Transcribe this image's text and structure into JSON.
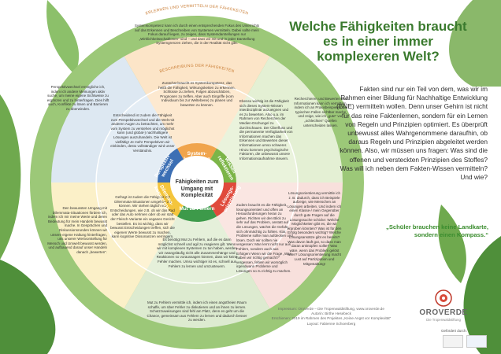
{
  "title": "Welche Fähigkeiten braucht es in einer immer komplexeren Welt?",
  "intro": "Fakten sind nur ein Teil von dem, was wir im Rahmen einer Bildung für Nachhaltige Entwicklung (BNE) vermitteln wollen. Denn unser Gehirn ist nicht für das reine Faktenlernen, sondern für ein Lernen von Regeln und Prinzipien optimiert. Es überprüft unbewusst alles Wahrgenommene daraufhin, ob daraus Regeln und Prinzipien abgeleitet werden können. Also, wir müssen uns fragen: Was sind die offenen und versteckten Prinzipien des Stoffes? Was will ich neben dem Fakten-Wissen vermitteln? Und wie?",
  "quote": "„Schüler brauchen keine Landkarte, sondern einen Kompass.“",
  "arc_outer": "ERLERNEN UND VERMITTELN DER FÄHIGKEITEN",
  "arc_inner": "BESCHREIBUNG DER FÄHIGKEITEN",
  "center": "Fähigkeiten zum Umgang mit Komplexität",
  "competencies": {
    "system": "System- kompetenz",
    "wissen": "Wissen reflektieren",
    "loesung": "Lösungs- orientierung",
    "mut": "Mut zu Fehlern",
    "dilemma": "Dilemma- kompetenz",
    "perspektive": "Perspektiv- wechsel"
  },
  "outer_texts": {
    "top": "Systemkompetenz kann ich durch einen entsprechenden Fokus des Unterrichts auf das Erkennen und Beschreiben von Systemen vermitteln. Dabei sollte mein Fokus darauf liegen, zu zeigen, dass Systemdarstellungen nur „Wirklichkeitsschablonen“ sind – und dass wir mit und in jeder Darstellung Systemgrenzen ziehen, die in der Realität nicht gibt.",
    "upper_right": "Recherchieren und Bewerten von Informationen kann ich vermitteln, indem ich an Praxisbeispielen die typischen Fallen sichtbar mache und zeige, wie ich „gute“ von „schlechten“ Quellen unterscheiden lassen.",
    "lower_right": "Lösungsorientierung vermittle ich z. B. dadurch, dass ich Beispiele aufzeige, wie Menschen an Lösungen arbeiten. Und indem ich einen Klasse-/ mein Gegenüber durch gute Fragen auf die Lösungssuche schicke: Welche Möglichkeiten gibt es, die wir erproben könnten? Was ist für den Erfolg besonders wichtig? Welche Lösungsansätze gibt es bereits? Was davon läuft gut, so dass man daran anknüpfen sollte? Was wäre, wenn das Problem gelöst wäre? Lösungsorientierung macht Lust auf Partizipation und Mitgestaltung!",
    "bottom": "Mut zu Fehlern vermittle ich, indem ich einen angstfreien Raum schaffe, um über Fehler zu diskutieren und an ihnen zu lernen. Schutzzuweisungen sind fehl am Platz, denn es geht um die Chance, gemeinsam aus Fehlern zu lernen und dadurch besser zu werden.",
    "lower_left": "Den bewussten Umgang mit Dilemmata-Situationen fördere ich, indem ich mir meine Werte und deren Bedeutung für mein Handeln bewusst mache. In Gesprächen und Diskussionsrunden können wir unsere eigene Haltung hinterfragen, uns unserer Wertvorstellung für Mensch und Umwelt bewusst werden, und aufbauend darauf unser Handeln danach „bewerten“.",
    "upper_left": "Perspektivwechsel ermögliche ich, indem ich andere Meinungen aktiv suche, um meine eigene Sichtweise zu ergänzen und zu hinterfragen. Dies hilft auch, Konflikte zu lösen und Barrieren zu überwinden."
  },
  "inner_texts": {
    "top": "Zunächst braucht es Systemkompetenz, das heißt die Fähigkeit, Wirkungsketten zu erkennen, Schlüsse zu ziehen, Folgen abzuschätzen, Prognosen zu treffen. Aber auch Eingriffe (vom Individuum bis zur Weltebene) zu planen und bewerten zu können.",
    "upper_right": "Ebenso wichtig ist die Fähigkeit sich dieses System-Wissen interdisziplinär anzueignen und es zu bewerten. Also u.a. im Rahmen von Recherchen der Medien-Dschungel zu durchschauen. Der Überfluss und die permanente Verfügbarkeit von Informationen machen das Erkennen und Bewerten dieser Informationen umso schwerer. Hinzu kommen psychologische Faktoren, die unbewusst unsere Informationsaufnahme steuern.",
    "lower_right": "Zudem braucht es die Fähigkeit, lösungsorientiert und offen an Herausforderungen heran zu gehen. Richten wir den Blick zu sehr auf das Problem, anstatt auf die Lösungen, wächst die Gefahr, sich ohnmächtig zu fühlen. Klar, Probleme sollte man aufdecken und lösen. Doch wir sollten nie vergessen: Man lernt nicht nur aus Fehlern, sondern auch aus Erfolgen! Wenn wir die Frage „Was haben wir richtig gemacht?“ vergessen, fehlen wir womöglich irgendwann Probleme und Lösungen so zu richtig zu machen.",
    "bottom": "Es benötigt Mut zu Fehlern, auf die es dann möglichst schnell und agil zu reagieren gilt. Wenn wir mit komplexen Systemen zu tun haben, werden wir zwangsläufig nicht alle Zusammenhänge und Reaktionen so voraussagen können, dass wir keine Fehler machen. Umso wichtiger ist es, schnell aus Fehlern zu lernen und umzusteuern.",
    "lower_left": "Gefragt ist zudem die Fähigkeit mit Dilemmata-Situationen umgehen zu können. Wir stehen täglich vor Entscheidungen, wie z.B. ob wir das Rad oder das Auto nehmen oder ob wir statt der Fleisch-Variante ein veganes Gericht bestellen. Es ist wichtig, dass wir bewusst Entscheidungen treffen, sich die eigenen Werte bewusst zu machen, kann kognitive Dissonanzen verringern.",
    "upper_left": "Entscheidend ist zudem die Fähigkeit zum Perspektivwechsel und die Welt mit anderen Augen zu betrachten, um mehr vom System zu verstehen und möglichst kann (und global-) nachhaltigere Lösungen auszuhandeln. Die Welt ist vielfältig! Je mehr Perspektiven wir einbinden, desto vollständiger wird unser Verständnis."
  },
  "impressum": [
    "Impressum: OroVerde – Die Tropenwaldstiftung, www.oroverde.de",
    "Autorin: Birthe Hesebeck",
    "Erschienen: 2019 im Rahmen des Projektes „Keine Angst vor Komplexität“",
    "Layout: Fabienne Schoenberg"
  ],
  "logo": {
    "name": "OROVERDE",
    "tagline": "Die Tropenwaldstiftung"
  },
  "funded": "Gefördert durch:",
  "colors": {
    "green_dark": "#3a7a2e",
    "green_ring": "#8fbe6a",
    "orange": "#f0a44c",
    "red": "#e04a3c",
    "blue": "#3c6fb4",
    "yellow": "#f4c53c",
    "teal": "#2f9a7a"
  }
}
